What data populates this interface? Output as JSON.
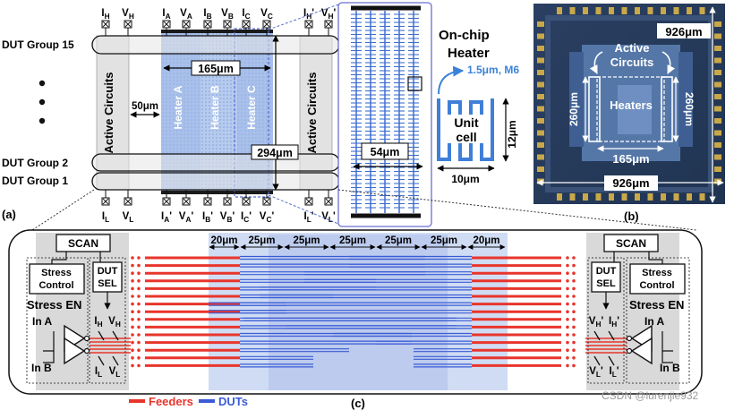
{
  "panel_a": {
    "top_pins": [
      {
        "pre": "I",
        "sub": "H"
      },
      {
        "pre": "V",
        "sub": "H"
      },
      {
        "pre": "I",
        "sub": "A"
      },
      {
        "pre": "V",
        "sub": "A"
      },
      {
        "pre": "I",
        "sub": "B"
      },
      {
        "pre": "V",
        "sub": "B"
      },
      {
        "pre": "I",
        "sub": "C"
      },
      {
        "pre": "V",
        "sub": "C"
      },
      {
        "pre": "I",
        "sub": "H",
        "post": "'"
      },
      {
        "pre": "V",
        "sub": "H",
        "post": "'"
      }
    ],
    "bottom_pins": [
      {
        "pre": "I",
        "sub": "L"
      },
      {
        "pre": "V",
        "sub": "L"
      },
      {
        "pre": "I",
        "sub": "A",
        "post": "'"
      },
      {
        "pre": "V",
        "sub": "A",
        "post": "'"
      },
      {
        "pre": "I",
        "sub": "B",
        "post": "'"
      },
      {
        "pre": "V",
        "sub": "B",
        "post": "'"
      },
      {
        "pre": "I",
        "sub": "C",
        "post": "'"
      },
      {
        "pre": "V",
        "sub": "C",
        "post": "'"
      },
      {
        "pre": "I",
        "sub": "L",
        "post": "'"
      },
      {
        "pre": "V",
        "sub": "L",
        "post": "'"
      }
    ],
    "group_15": "DUT Group 15",
    "group_2": "DUT Group 2",
    "group_1": "DUT Group 1",
    "active_left": "Active Circuits",
    "active_right": "Active Circuits",
    "heater_a": "Heater A",
    "heater_b": "Heater B",
    "heater_c": "Heater C",
    "dim_width": "165μm",
    "dim_gap": "50μm",
    "dim_height": "294μm",
    "label": "(a)"
  },
  "heater_detail": {
    "title_line1": "On-chip",
    "title_line2": "Heater",
    "spec": "1.5μm, M6",
    "unit_line1": "Unit",
    "unit_line2": "cell",
    "dim_height": "12μm",
    "dim_width": "10μm",
    "dim_span": "54μm"
  },
  "panel_b": {
    "label": "(b)",
    "dim_top": "926μm",
    "dim_bottom": "926μm",
    "active_line1": "Active",
    "active_line2": "Circuits",
    "heaters": "Heaters",
    "dim_left": "260μm",
    "dim_right": "260μm",
    "dim_inner": "165μm"
  },
  "panel_c": {
    "label": "(c)",
    "scan": "SCAN",
    "stress_line1": "Stress",
    "stress_line2": "Control",
    "dut_line1": "DUT",
    "dut_line2": "SEL",
    "stress_en": "Stress EN",
    "in_a": "In A",
    "in_b": "In B",
    "left_pins": [
      {
        "pre": "I",
        "sub": "H"
      },
      {
        "pre": "V",
        "sub": "H"
      },
      {
        "pre": "I",
        "sub": "L"
      },
      {
        "pre": "V",
        "sub": "L"
      }
    ],
    "right_pins": [
      {
        "pre": "V",
        "sub": "H",
        "post": "'"
      },
      {
        "pre": "I",
        "sub": "H",
        "post": "'"
      },
      {
        "pre": "V",
        "sub": "L",
        "post": "'"
      },
      {
        "pre": "I",
        "sub": "L",
        "post": "'"
      }
    ],
    "spacings": [
      "20μm",
      "25μm",
      "25μm",
      "25μm",
      "25μm",
      "25μm",
      "20μm"
    ],
    "legend_feeders": "Feeders",
    "legend_duts": "DUTs"
  },
  "watermark": "CSDN @lurenjie932",
  "colors": {
    "feeder": "#e8352c",
    "dut": "#3a5bd6",
    "heater_fill": "#b3c8ec",
    "heater_fill_dark": "#8fb0e6",
    "grey_zone": "#d8d8d8"
  }
}
